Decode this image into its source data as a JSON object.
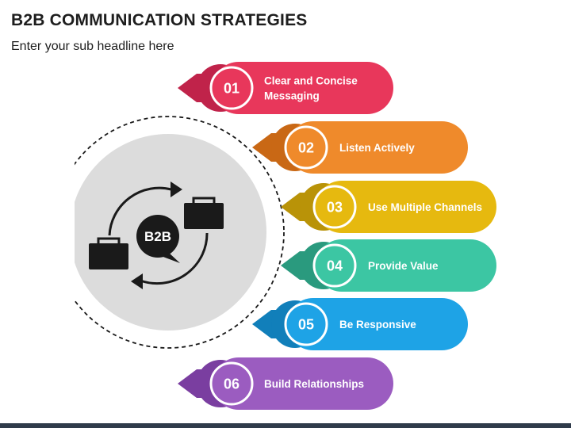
{
  "title": "B2B COMMUNICATION STRATEGIES",
  "subtitle": "Enter your sub headline here",
  "center": {
    "badge": "B2B"
  },
  "items": [
    {
      "number": "01",
      "lines": [
        "Clear and Concise",
        "Messaging"
      ],
      "color": "#e8375b",
      "dark": "#c0234a"
    },
    {
      "number": "02",
      "lines": [
        "Listen Actively"
      ],
      "color": "#ef8a2b",
      "dark": "#c96815"
    },
    {
      "number": "03",
      "lines": [
        "Use Multiple Channels"
      ],
      "color": "#e6b90f",
      "dark": "#b99308"
    },
    {
      "number": "04",
      "lines": [
        "Provide Value"
      ],
      "color": "#3cc6a3",
      "dark": "#2a9a7e"
    },
    {
      "number": "05",
      "lines": [
        "Be Responsive"
      ],
      "color": "#1ea3e6",
      "dark": "#117fba"
    },
    {
      "number": "06",
      "lines": [
        "Build Relationships"
      ],
      "color": "#9b5cc0",
      "dark": "#7a3ea0"
    }
  ]
}
